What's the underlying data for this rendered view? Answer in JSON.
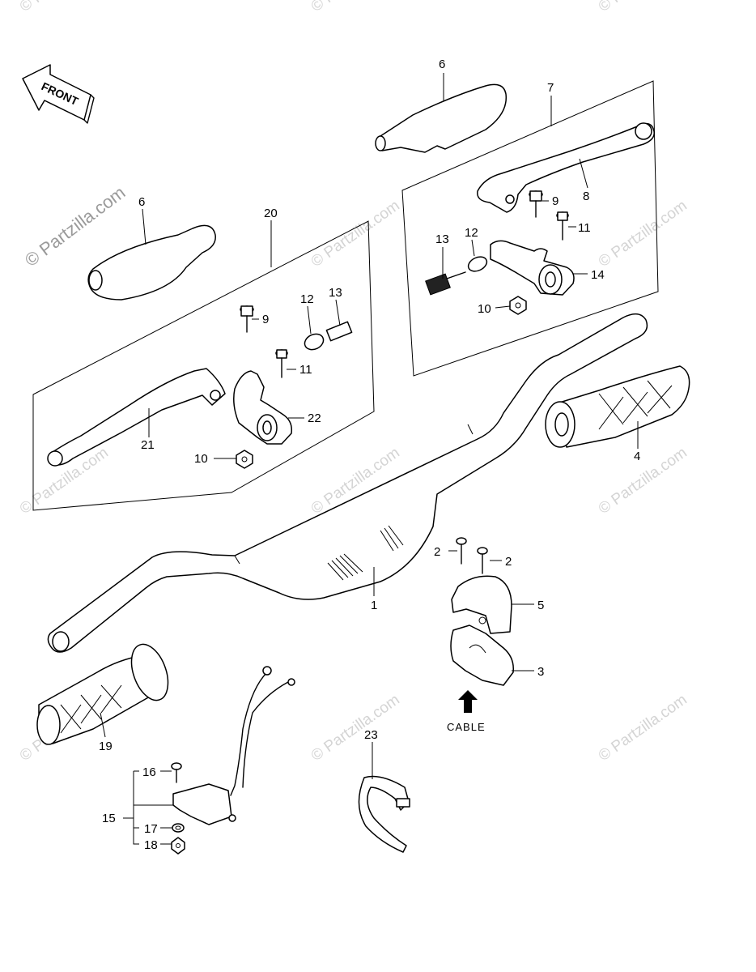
{
  "watermark": {
    "text": "© Partzilla.com"
  },
  "front_arrow": {
    "label": "FRONT"
  },
  "cable_label": "CABLE",
  "callouts": {
    "c1": "1",
    "c2a": "2",
    "c2b": "2",
    "c3": "3",
    "c4": "4",
    "c5": "5",
    "c6a": "6",
    "c6b": "6",
    "c7": "7",
    "c8": "8",
    "c9a": "9",
    "c9b": "9",
    "c10a": "10",
    "c10b": "10",
    "c11a": "11",
    "c11b": "11",
    "c12a": "12",
    "c12b": "12",
    "c13a": "13",
    "c13b": "13",
    "c14": "14",
    "c15": "15",
    "c16": "16",
    "c17": "17",
    "c18": "18",
    "c19": "19",
    "c20": "20",
    "c21": "21",
    "c22": "22",
    "c23": "23"
  }
}
